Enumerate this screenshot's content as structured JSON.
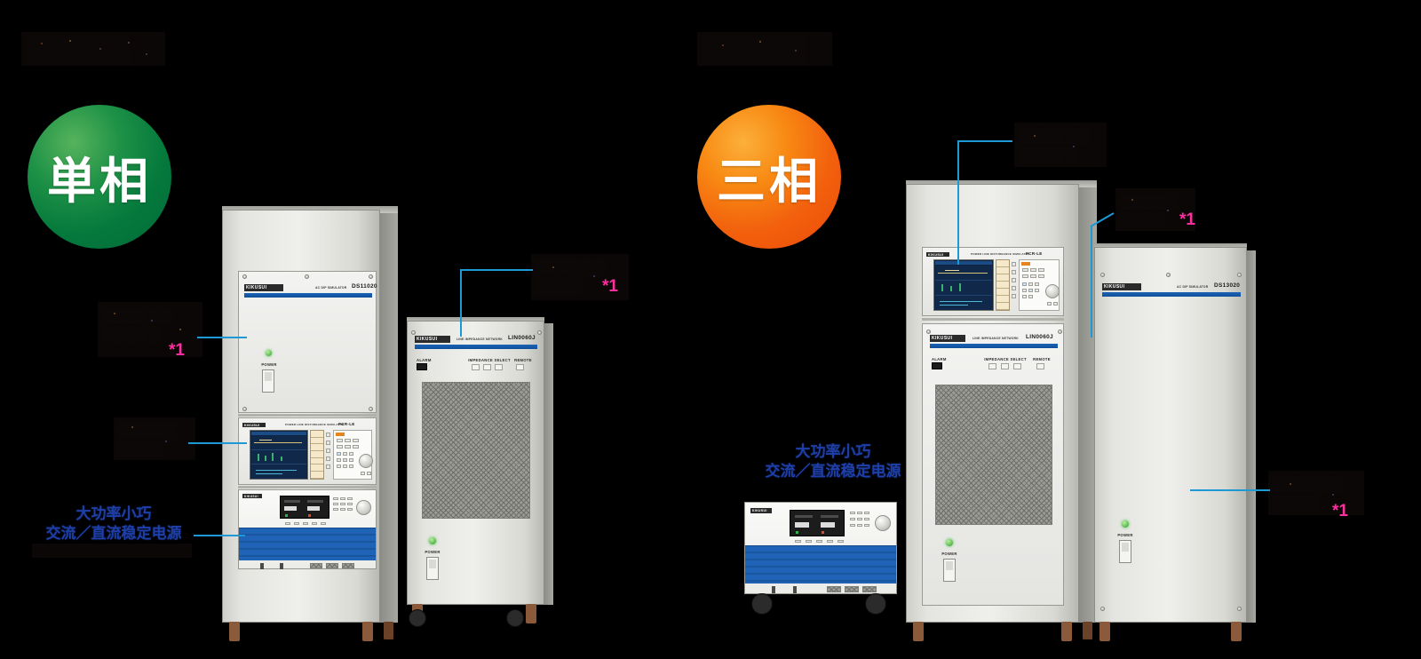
{
  "page": {
    "background_color": "#000000",
    "accent_line_color": "#1d9ad6",
    "blue_text_color": "#1f3fa8",
    "marker_color": "#ff2fa0"
  },
  "sections": [
    {
      "id": "single-phase",
      "title_redacted": "■■■■■■",
      "badge": {
        "label": "単相",
        "color": "#00693a",
        "type": "green"
      }
    },
    {
      "id": "three-phase",
      "title_redacted": "■■■■■■",
      "badge": {
        "label": "三相",
        "color": "#ec4a07",
        "type": "orange"
      }
    }
  ],
  "badges": {
    "single_phase": "単相",
    "three_phase": "三相"
  },
  "annotations": {
    "left_title": "██████",
    "right_title": "██████",
    "sp_note_1": "▓▓▓▓▓▓\n▓▓▓▓▓",
    "sp_note_2": "▓▓▓▓▓\n▓▓▓▓",
    "sp_note_right": "▓▓▓▓▓▓\n▓▓▓▓",
    "tp_note_top": "▓▓▓▓▓▓\n▓▓▓▓▓",
    "tp_note_mid": "▓▓▓▓▓\n▓▓▓▓",
    "tp_note_right": "▓▓▓▓▓▓\n▓▓▓▓",
    "marker": "*1"
  },
  "blue_captions": {
    "line1": "大功率小巧",
    "line2": "交流／直流稳定电源"
  },
  "equipment": {
    "dip_simulator_left": {
      "brand": "KIKUSUI",
      "category": "AC DIP SIMULATOR",
      "model": "DS11020",
      "power_label": "POWER"
    },
    "dip_simulator_right": {
      "brand": "KIKUSUI",
      "category": "AC DIP SIMULATOR",
      "model": "DS13020",
      "power_label": "POWER"
    },
    "lin_left": {
      "brand": "KIKUSUI",
      "category": "LINE IMPEDANCE NETWORK",
      "model": "LIN0060J",
      "alarm_label": "ALARM",
      "select_label": "IMPEDANCE SELECT",
      "remote_label": "REMOTE",
      "power_label": "POWER"
    },
    "lin_right": {
      "brand": "KIKUSUI",
      "category": "LINE IMPEDANCE NETWORK",
      "model": "LIN0060J",
      "alarm_label": "ALARM",
      "select_label": "IMPEDANCE SELECT",
      "remote_label": "REMOTE",
      "power_label": "POWER"
    },
    "controller_left": {
      "brand": "KIKUSUI",
      "category": "POWER LINE DISTURBANCE SIMULATOR",
      "model": "PCR-LE"
    },
    "controller_right": {
      "brand": "KIKUSUI",
      "category": "POWER LINE DISTURBANCE SIMULATOR",
      "model": "PCR-LE"
    },
    "psu_left": {
      "brand": "KIKUSUI"
    },
    "psu_right": {
      "brand": "KIKUSUI"
    }
  }
}
